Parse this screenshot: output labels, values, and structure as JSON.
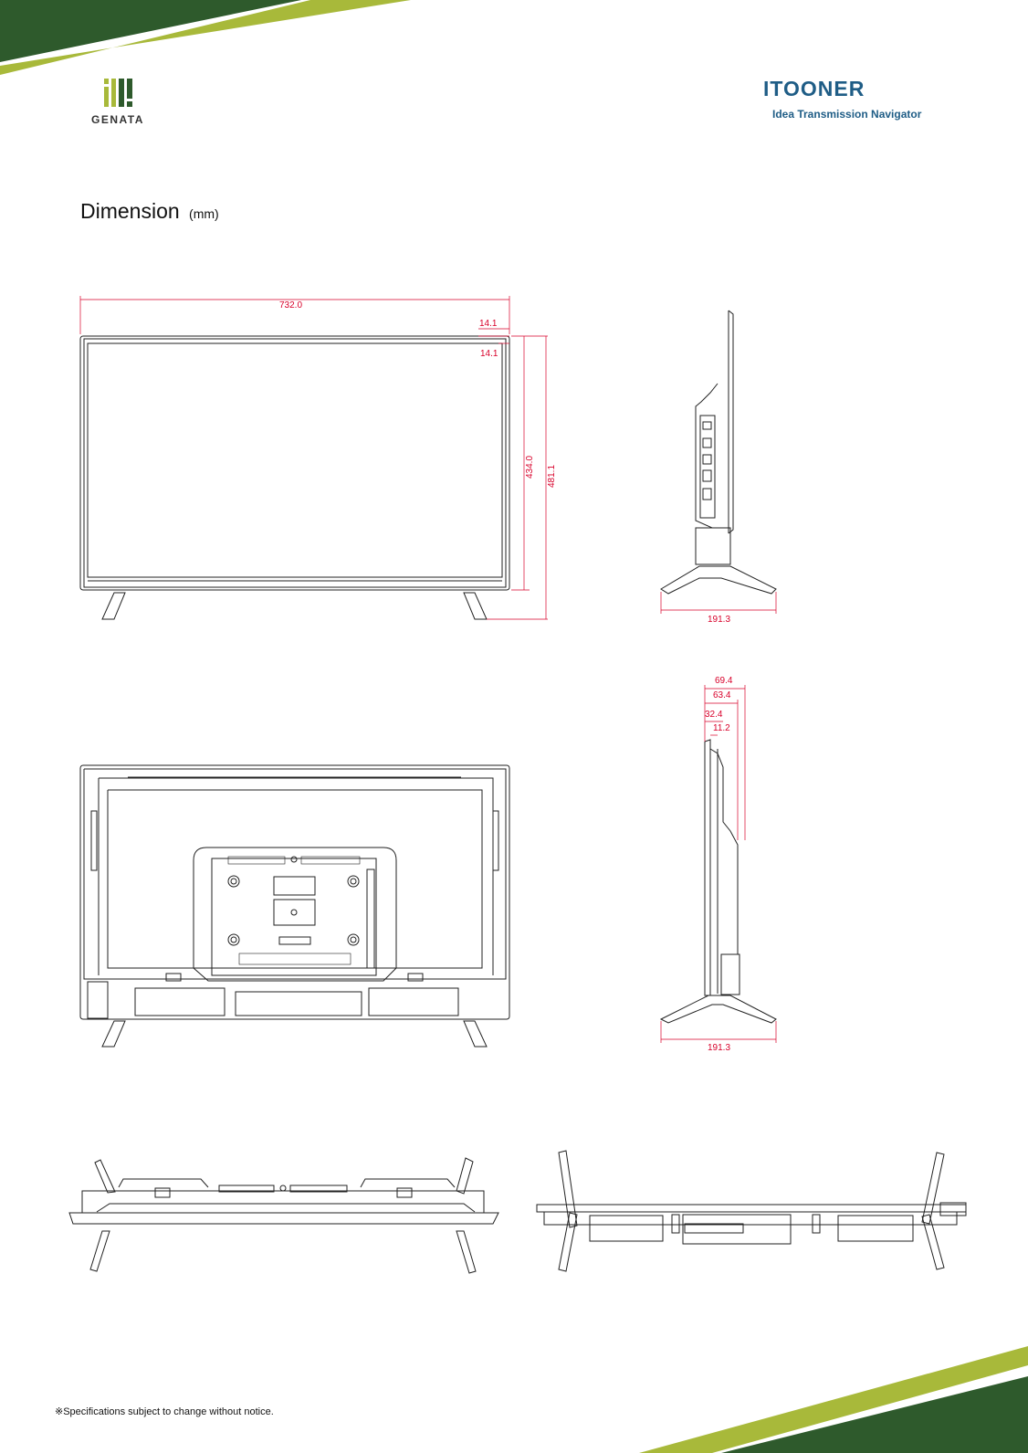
{
  "header": {
    "left_logo_text": "GENATA",
    "right_logo_text": "ITOONER",
    "right_tagline": "Idea Transmission Navigator"
  },
  "page_title": "Dimension",
  "page_title_unit": "(mm)",
  "dimensions": {
    "front_width": "732.0",
    "bezel_top": "14.1",
    "bezel_side": "14.1",
    "panel_height": "434.0",
    "total_height": "481.1",
    "side_stand_depth": "191.3",
    "depth_total": "69.4",
    "depth_body": "63.4",
    "depth_top": "32.4",
    "depth_panel": "11.2",
    "side2_stand_depth": "191.3"
  },
  "footer_note": "※Specifications subject to change without notice.",
  "colors": {
    "brand_green_dark": "#2e5a2c",
    "brand_green_light": "#a8b93a",
    "dimension_red": "#d8002a",
    "brand_blue": "#1f5d86"
  }
}
